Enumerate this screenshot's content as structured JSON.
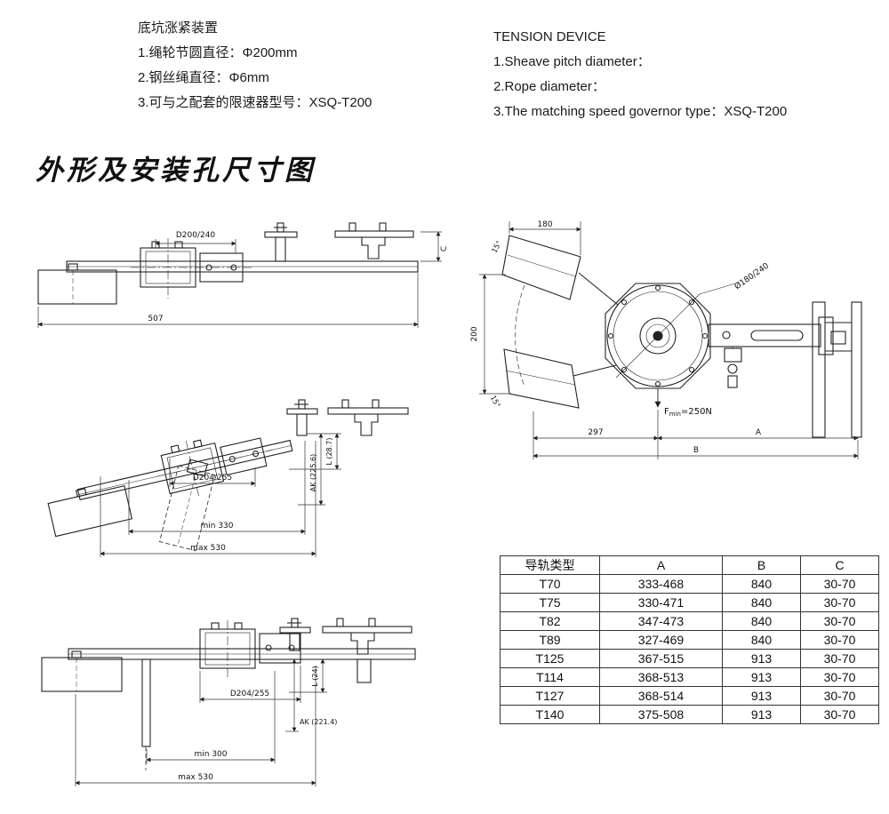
{
  "specs_cn": {
    "title": "底坑涨紧装置",
    "items": [
      "1.绳轮节圆直径：Φ200mm",
      "2.钢丝绳直径：Φ6mm",
      "3.可与之配套的限速器型号：XSQ-T200"
    ]
  },
  "specs_en": {
    "title": "TENSION DEVICE",
    "items": [
      "1.Sheave pitch diameter：",
      "2.Rope diameter：",
      "3.The matching speed governor type：XSQ-T200"
    ]
  },
  "section_title": "外形及安装孔尺寸图",
  "drawings": {
    "side_view": {
      "dim_pitch": "D200/240",
      "dim_length": "507",
      "dim_c": "C"
    },
    "front_view": {
      "dim_width": "180",
      "dim_height": "200",
      "angle_top": "15°",
      "angle_bottom": "15°",
      "dim_diameter": "Ø180/240",
      "force_f": "F",
      "force_sub": "min",
      "force_val": "=250N",
      "dim_left": "297",
      "dim_a": "A",
      "dim_b": "B"
    },
    "tilted_view": {
      "dim_pitch": "D204/255",
      "dim_l": "L (28.7)",
      "dim_ak": "AK (225.6)",
      "dim_min": "min 330",
      "dim_max": "max 530"
    },
    "lowered_view": {
      "dim_pitch": "D204/255",
      "dim_l": "L (24)",
      "dim_ak": "AK (221.4)",
      "dim_min": "min 300",
      "dim_max": "max 530"
    }
  },
  "table": {
    "headers": [
      "导轨类型",
      "A",
      "B",
      "C"
    ],
    "rows": [
      [
        "T70",
        "333-468",
        "840",
        "30-70"
      ],
      [
        "T75",
        "330-471",
        "840",
        "30-70"
      ],
      [
        "T82",
        "347-473",
        "840",
        "30-70"
      ],
      [
        "T89",
        "327-469",
        "840",
        "30-70"
      ],
      [
        "T125",
        "367-515",
        "913",
        "30-70"
      ],
      [
        "T114",
        "368-513",
        "913",
        "30-70"
      ],
      [
        "T127",
        "368-514",
        "913",
        "30-70"
      ],
      [
        "T140",
        "375-508",
        "913",
        "30-70"
      ]
    ]
  }
}
